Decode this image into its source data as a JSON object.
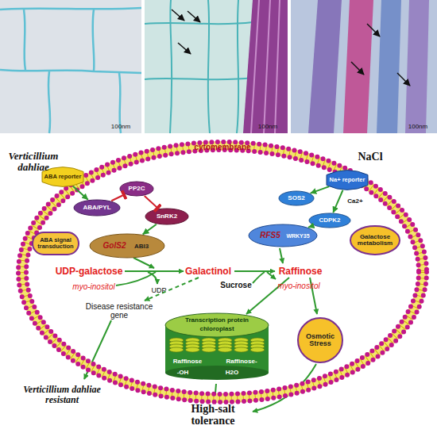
{
  "diagram": {
    "nodes": [
      {
        "text": [
          "cytomembrane"
        ]
      },
      {
        "text": [
          "ABA reporter"
        ],
        "in": 0
      },
      {
        "text": [
          "PP2C"
        ],
        "in": 0
      },
      {
        "text": [
          "ABA/PYL"
        ],
        "in": 0
      },
      {
        "text": [
          "SnRK2"
        ],
        "in": 0
      },
      {
        "text": [
          "ABA signal transduction"
        ],
        "in": 0
      },
      {
        "text": [
          "GolS2",
          "ABI3"
        ],
        "in": 0
      },
      {
        "text": [
          "Na+ reporter"
        ],
        "in": 0
      },
      {
        "text": [
          "SOS2"
        ],
        "in": 0
      },
      {
        "text": [
          "CDPK2"
        ],
        "in": 0
      },
      {
        "text": [
          "RFS5",
          "WRKY35"
        ],
        "in": 0
      },
      {
        "text": [
          "Galactose metabolism"
        ],
        "in": 0
      },
      {
        "text": [
          "Transcription protein",
          "chloroplast",
          "Raffinose",
          "Raffinose-",
          "-OH",
          "H2O"
        ],
        "in": 0
      },
      {
        "text": [
          "Osmotic Stress"
        ],
        "in": 0
      }
    ],
    "edges": [
      {
        "from": 1,
        "to": 3,
        "arrow": "to"
      },
      {
        "from": 3,
        "to": 2,
        "arrow": "to"
      },
      {
        "from": 2,
        "to": 4,
        "arrow": "to"
      },
      {
        "from": 4,
        "to": 6,
        "arrow": "to"
      },
      {
        "from": 7,
        "to": 8,
        "arrow": "to"
      },
      {
        "from": 7,
        "to": 9,
        "arrow": "to"
      },
      {
        "from": 9,
        "to": 10,
        "arrow": "to"
      }
    ],
    "labels": [
      "100nm",
      "100nm",
      "100nm",
      "Verticillium dahliae",
      "NaCl",
      "UDP-galactose",
      "Galactinol",
      "Raffinose",
      "myo-inositol",
      "UDP",
      "Sucrose",
      "myo-inositol",
      "Ca2+",
      "Disease resistance gene",
      "Verticillium dahliae resistant",
      "High-salt tolerance"
    ]
  }
}
